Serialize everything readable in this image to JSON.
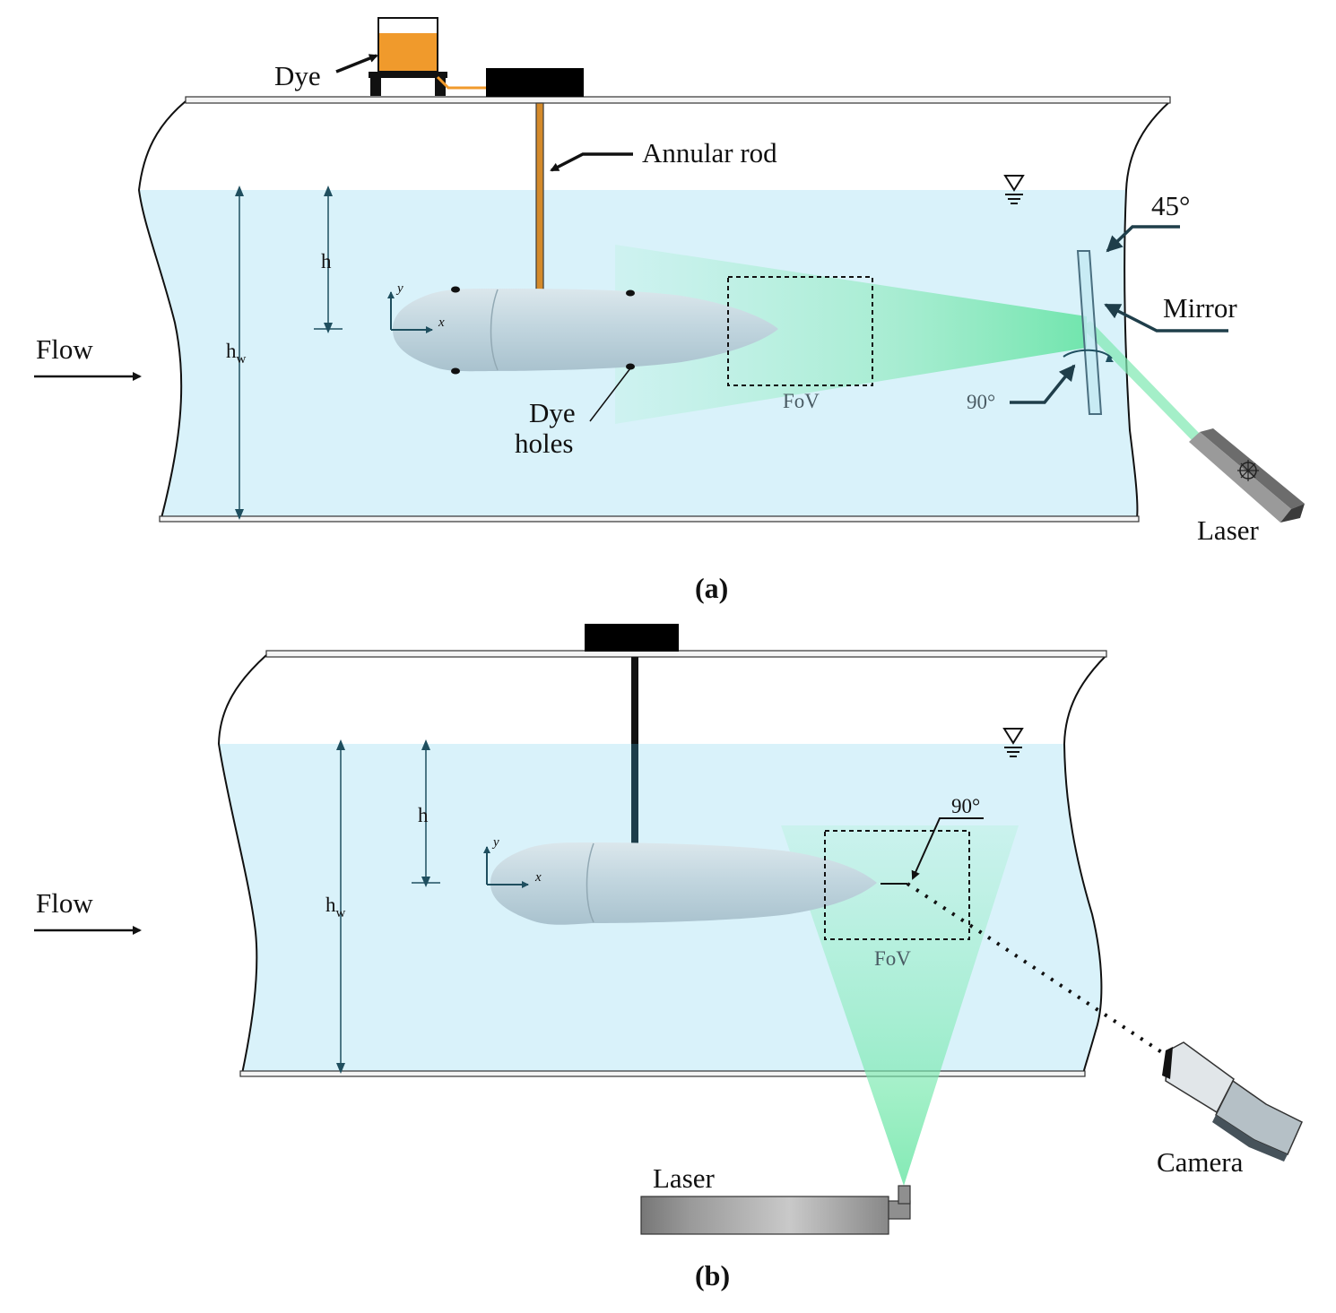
{
  "colors": {
    "water": "#d9f2fa",
    "water_edge": "#9fd9ea",
    "wall": "#f4f4f4",
    "laser_sheet": "#7ee8b0",
    "dye": "#f09a2c",
    "body": "#b9cfd9",
    "block": "#000000",
    "dim_line": "#1f4f5f"
  },
  "icons": {
    "free_surface": "free-surface-icon",
    "laser": "laser-icon",
    "camera": "camera-icon",
    "mirror": "mirror-icon",
    "dye_tank": "dye-tank-icon"
  },
  "panel_a": {
    "caption": "(a)",
    "flow": "Flow",
    "dye": "Dye",
    "annular_rod": "Annular rod",
    "h": "h",
    "hw_main": "h",
    "hw_sub": "w",
    "axis_x": "x",
    "axis_y": "y",
    "dye_holes_1": "Dye",
    "dye_holes_2": "holes",
    "fov": "FoV",
    "angle_45": "45°",
    "mirror": "Mirror",
    "angle_90": "90°",
    "laser": "Laser"
  },
  "panel_b": {
    "caption": "(b)",
    "flow": "Flow",
    "h": "h",
    "hw_main": "h",
    "hw_sub": "w",
    "axis_x": "x",
    "axis_y": "y",
    "angle_90": "90°",
    "fov": "FoV",
    "camera": "Camera",
    "laser": "Laser"
  }
}
